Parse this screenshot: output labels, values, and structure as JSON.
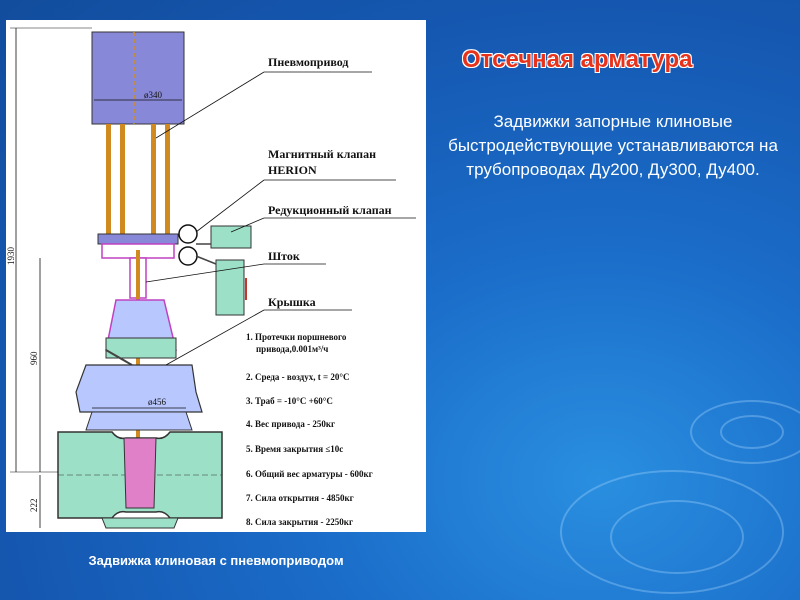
{
  "slide": {
    "title": "Отсечная арматура",
    "body": "Задвижки запорные клиновые быстродействующие устанавливаются на трубопроводах Ду200, Ду300, Ду400.",
    "caption": "Задвижка клиновая с пневмоприводом"
  },
  "drawing": {
    "labels": {
      "actuator": "Пневмопривод",
      "solenoid_line1": "Магнитный клапан",
      "solenoid_line2": "HERION",
      "reducer": "Редукционный клапан",
      "stem": "Шток",
      "cover": "Крышка"
    },
    "dimensions": {
      "d_actuator": "ø340",
      "d_body": "ø456",
      "height_total": "1930",
      "height_mid": "960",
      "height_low": "222"
    },
    "specs": [
      {
        "line1": "1. Протечки поршневого",
        "line2": "привода,0.001м³/ч"
      },
      {
        "line1": "2. Среда - воздух, t = 20°C"
      },
      {
        "line1": "3. Траб = -10°C +60°C"
      },
      {
        "line1": "4. Вес привода - 250кг"
      },
      {
        "line1": "5. Время закрытия ≤10c"
      },
      {
        "line1": "6. Общий вес арматуры - 600кг"
      },
      {
        "line1": "7. Сила открытия - 4850кг"
      },
      {
        "line1": "8. Сила закрытия - 2250кг"
      }
    ]
  },
  "colors": {
    "background": "#1a6cc8",
    "title": "#e8331c",
    "actuator_fill": "#8888d8",
    "pipe_fill": "#9ce0c8",
    "cover_fill": "#b8c8ff",
    "wedge_fill": "#e080c8",
    "rod_fill": "#d08a20"
  }
}
